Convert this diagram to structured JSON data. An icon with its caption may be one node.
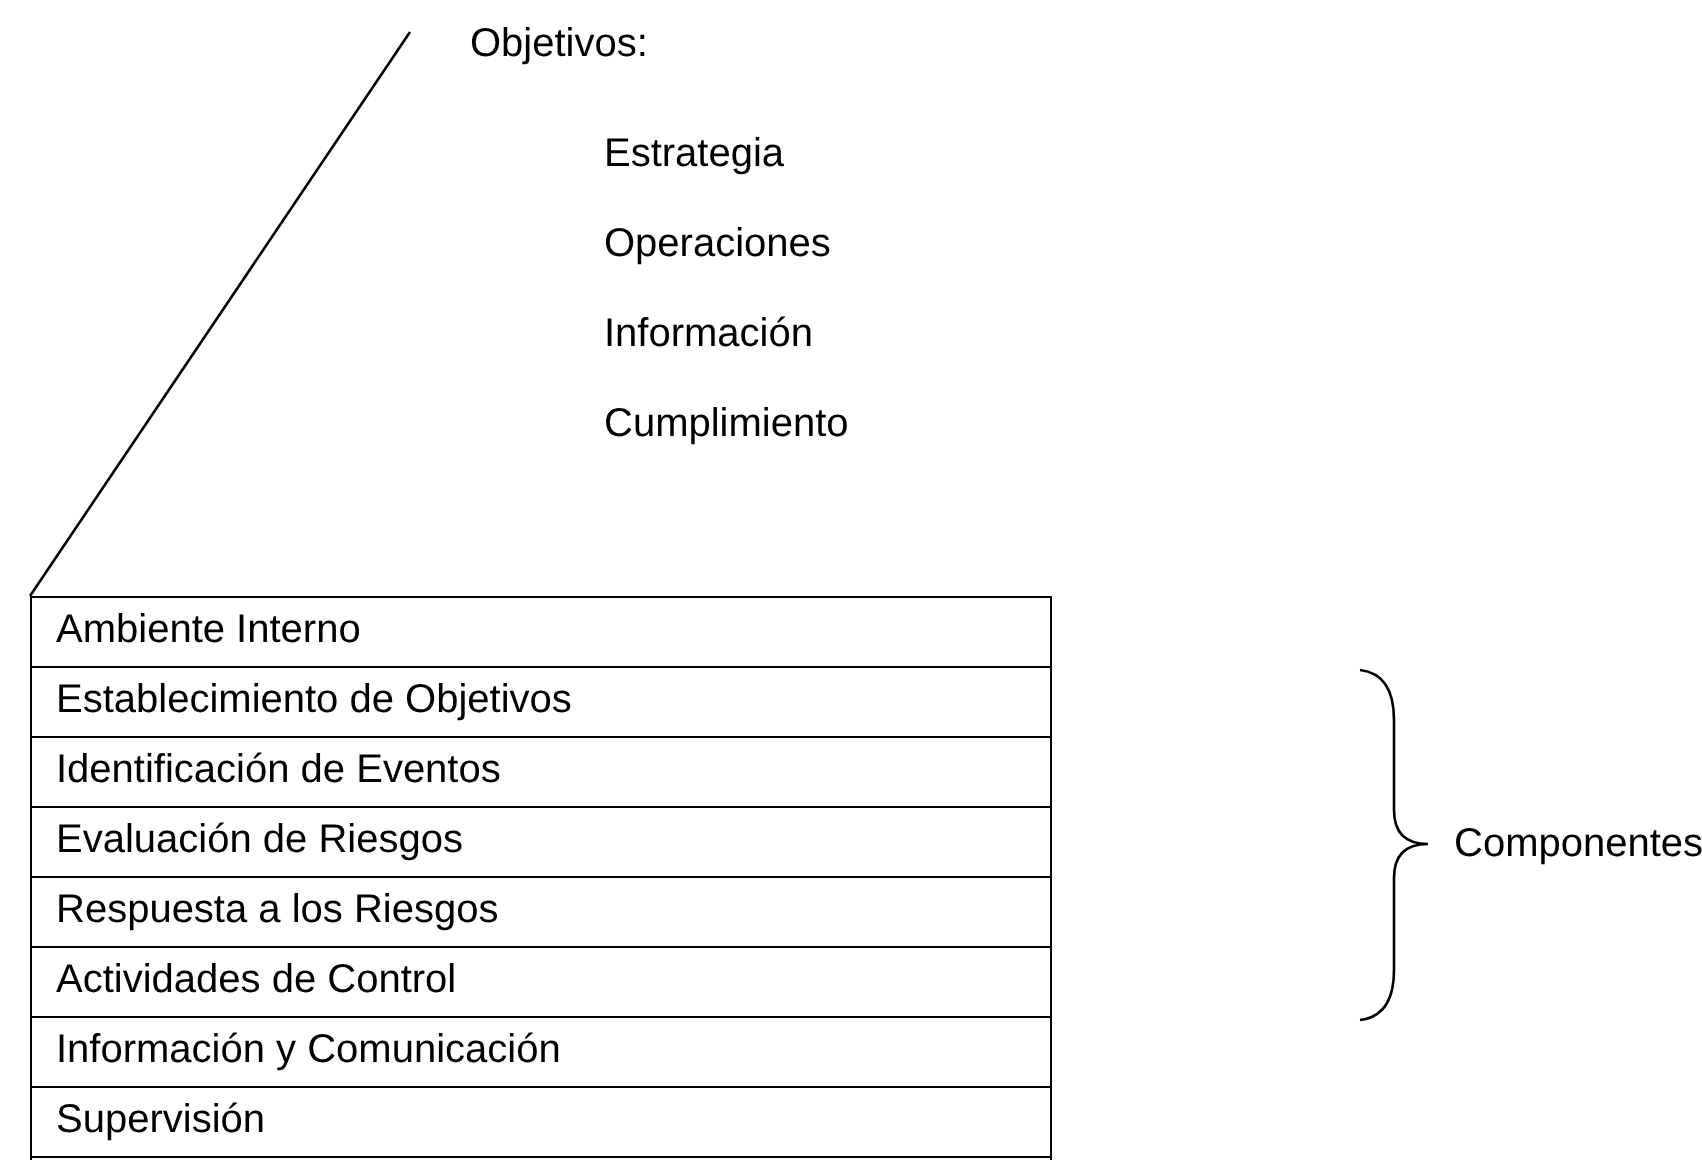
{
  "diagram": {
    "nodes": [
      {
        "text": [
          "Objetivos:",
          "Estrategia",
          "Operaciones",
          "Información",
          "Cumplimiento"
        ]
      },
      {
        "text": [],
        "shape": "box"
      },
      {
        "text": [
          "Ambiente Interno"
        ],
        "in": 1
      },
      {
        "text": [
          "Establecimiento de Objetivos"
        ],
        "in": 1
      },
      {
        "text": [
          "Identificación de Eventos"
        ],
        "in": 1
      },
      {
        "text": [
          "Evaluación de Riesgos"
        ],
        "in": 1
      },
      {
        "text": [
          "Respuesta a los Riesgos"
        ],
        "in": 1
      },
      {
        "text": [
          "Actividades de Control"
        ],
        "in": 1
      },
      {
        "text": [
          "Información y Comunicación"
        ],
        "in": 1
      },
      {
        "text": [
          "Supervisión"
        ],
        "in": 1
      }
    ],
    "edges": [
      {
        "from": 0,
        "to": 1,
        "arrow": "none"
      }
    ],
    "labels": [
      "Componentes"
    ]
  }
}
